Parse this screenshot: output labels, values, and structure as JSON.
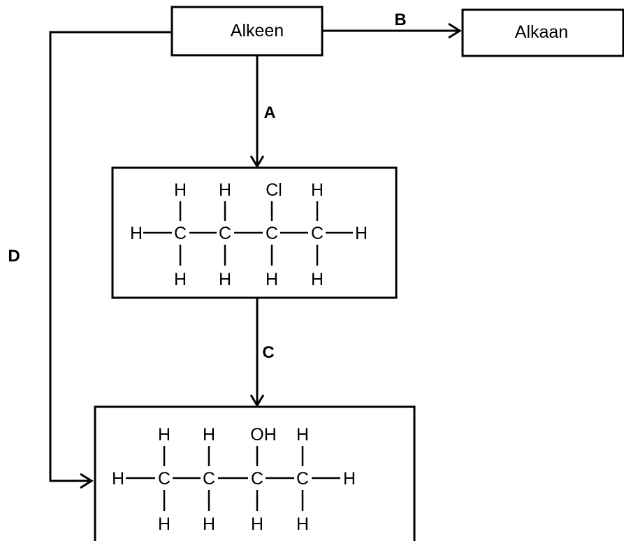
{
  "boxes": {
    "alkene": "Alkeen",
    "alkane": "Alkaan"
  },
  "arrows": {
    "a": "A",
    "b": "B",
    "c": "C",
    "d": "D"
  },
  "molecule1": {
    "top": [
      "H",
      "H",
      "Cl",
      "H"
    ],
    "carbons": [
      "C",
      "C",
      "C",
      "C"
    ],
    "bottom": [
      "H",
      "H",
      "H",
      "H"
    ],
    "left_end": "H",
    "right_end": "H"
  },
  "molecule2": {
    "top": [
      "H",
      "H",
      "OH",
      "H"
    ],
    "carbons": [
      "C",
      "C",
      "C",
      "C"
    ],
    "bottom": [
      "H",
      "H",
      "H",
      "H"
    ],
    "left_end": "H",
    "right_end": "H"
  }
}
